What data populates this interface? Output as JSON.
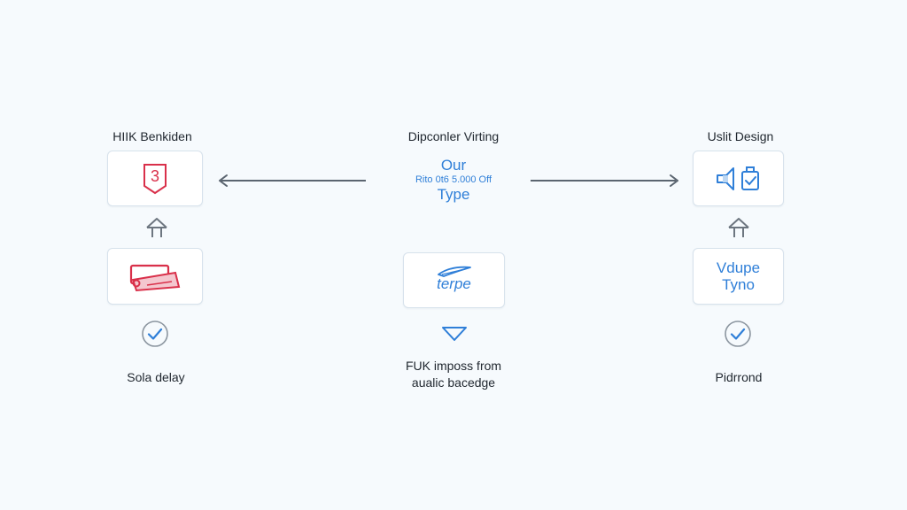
{
  "left_column": {
    "title": "HIIK Benkiden",
    "top_card_icon": "red-badge-number-icon",
    "top_card_number": "3",
    "bottom_card_icon": "red-ticket-icon",
    "caption": "Sola delay"
  },
  "center_column": {
    "title": "Dipconler Virting",
    "heading_line1": "Our",
    "heading_line2": "Rito 0t6 5.000 Off",
    "heading_line3": "Type",
    "card_word": "terpe",
    "card_icon": "blue-feather-icon",
    "down_icon": "triangle-down-icon",
    "caption_line1": "FUK imposs from",
    "caption_line2": "aualic bacedge"
  },
  "right_column": {
    "title": "Uslit Design",
    "top_card_icon": "blue-device-icons",
    "card_line1": "Vdupe",
    "card_line2": "Tyno",
    "caption": "Pidrrond"
  },
  "colors": {
    "background": "#f6fafd",
    "accent_blue": "#2f7fd8",
    "accent_red": "#d9304a",
    "connector_gray": "#5b6570"
  }
}
